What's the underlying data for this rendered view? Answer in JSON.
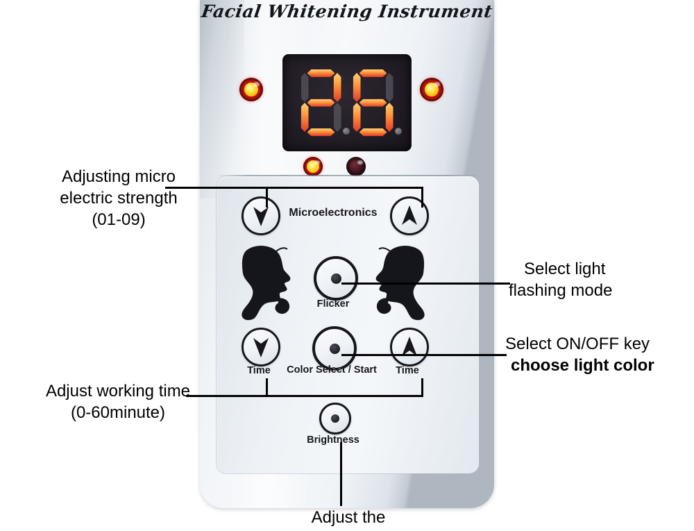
{
  "device": {
    "brand_title": "Facial Whitening Instrument",
    "body_color": "#eef2f6",
    "panel_color": "#e7ecf1"
  },
  "display": {
    "value": "26",
    "digit_left": "2",
    "digit_right": "6",
    "lit_color": "#ff6a2a",
    "unlit_color": "#6a6a72",
    "background_color": "#1d1920"
  },
  "indicators": [
    {
      "name": "top-left-lamp",
      "state": "on",
      "color": "#ffd22e"
    },
    {
      "name": "top-right-lamp",
      "state": "on",
      "color": "#ffd22e"
    },
    {
      "name": "mid-left-lamp",
      "state": "on",
      "color": "#ffd22e"
    },
    {
      "name": "mid-right-lamp",
      "state": "off",
      "color": "#3a1218"
    }
  ],
  "controls": {
    "microelectronics_label": "Microelectronics",
    "micro_down_icon": "chevron-down-icon",
    "micro_up_icon": "chevron-up-icon",
    "flicker_label": "Flicker",
    "flicker_icon": "dot-icon",
    "time_down_label": "Time",
    "time_up_label": "Time",
    "color_select_label": "Color Select / Start",
    "color_select_icon": "dot-icon",
    "brightness_label": "Brightness",
    "brightness_icon": "dot-icon"
  },
  "annotations": {
    "micro": {
      "line1": "Adjusting micro",
      "line2": "electric strength",
      "line3": "(01-09)"
    },
    "time": {
      "line1": "Adjust working time",
      "line2": "(0-60minute)"
    },
    "flash": {
      "line1": "Select light",
      "line2": "flashing mode"
    },
    "onoff": {
      "line1": "Select ON/OFF key",
      "line2": "choose light color"
    },
    "bottom": {
      "line1": "Adjust the"
    }
  }
}
